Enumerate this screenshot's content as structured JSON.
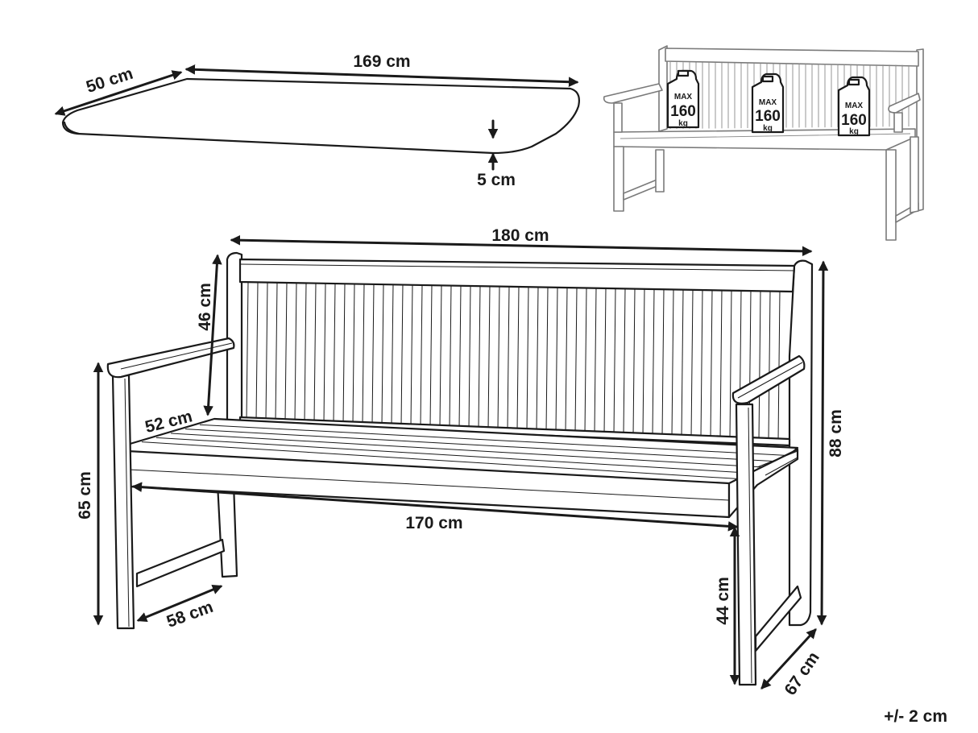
{
  "cushion": {
    "width_label": "169 cm",
    "depth_label": "50 cm",
    "thickness_label": "5 cm"
  },
  "bench": {
    "total_width_label": "180 cm",
    "backrest_height_label": "46 cm",
    "seat_depth_label": "52 cm",
    "armrest_height_label": "65 cm",
    "seat_width_label": "170 cm",
    "side_depth_label": "58 cm",
    "total_height_label": "88 cm",
    "seat_height_label": "44 cm",
    "total_depth_label": "67 cm"
  },
  "load": {
    "max_label": "MAX",
    "value_label": "160",
    "unit_label": "kg"
  },
  "tolerance_label": "+/- 2 cm",
  "colors": {
    "line": "#1a1a1a",
    "preview_line": "#7a7a7a",
    "background": "#ffffff"
  }
}
